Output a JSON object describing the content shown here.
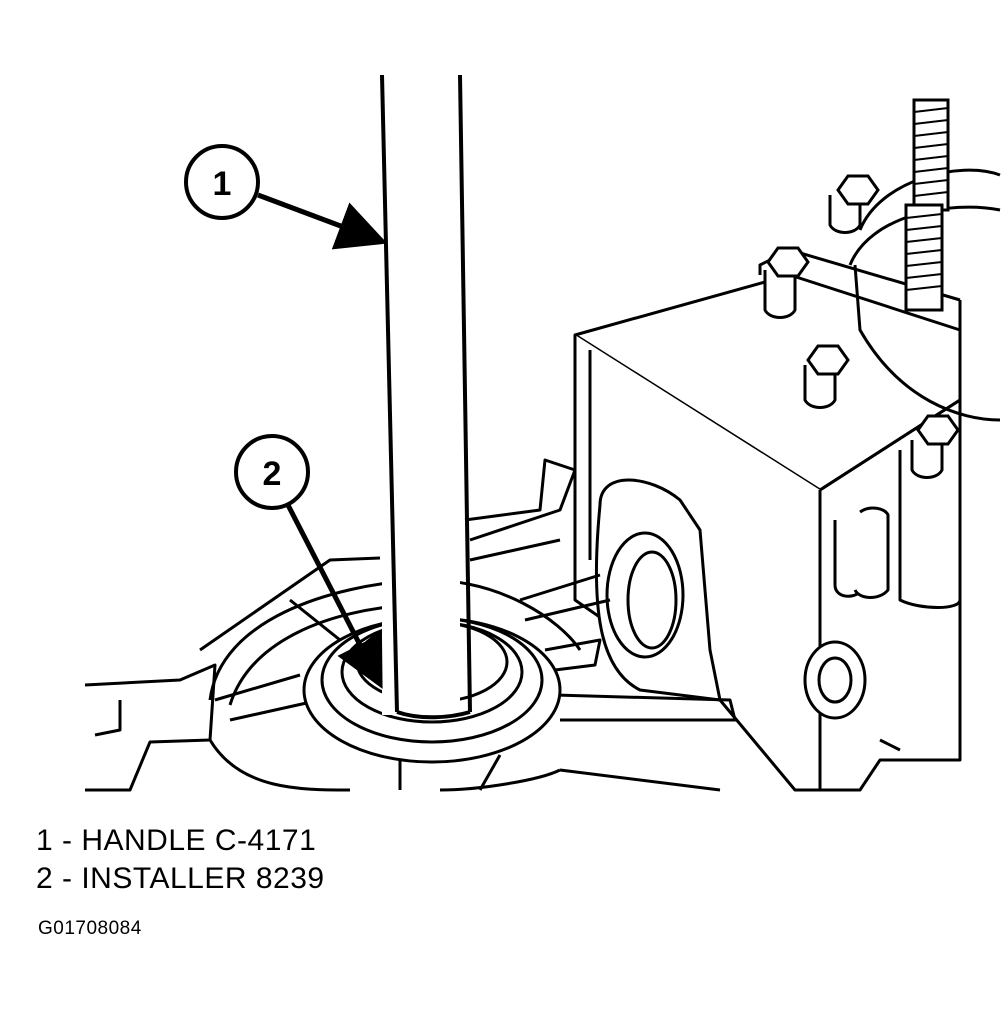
{
  "callouts": [
    {
      "number": "1",
      "label": "HANDLE C-4171"
    },
    {
      "number": "2",
      "label": "INSTALLER 8239"
    }
  ],
  "legend": [
    {
      "text": "1 - HANDLE C-4171"
    },
    {
      "text": "2 - INSTALLER 8239"
    }
  ],
  "figure_id": "G01708084",
  "colors": {
    "ink": "#000000",
    "paper": "#ffffff"
  }
}
